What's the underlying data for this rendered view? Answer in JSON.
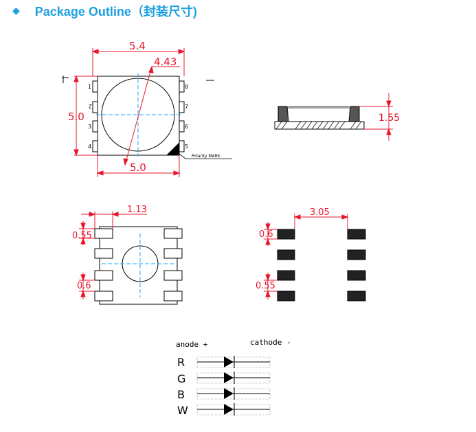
{
  "header": {
    "bullet_icon": "diamond-icon",
    "title": "Package Outline（封装尺寸)",
    "color": "#1da0e0"
  },
  "colors": {
    "dimension": "#e8142a",
    "centerline": "#18a8ff",
    "outline": "#000000"
  },
  "top_view": {
    "width_label": "5.4",
    "diameter_label": "4.43",
    "height_label": "5.0",
    "bottom_width_label": "5.0",
    "pin_labels_left": [
      "1",
      "2",
      "3",
      "4"
    ],
    "pin_labels_right": [
      "8",
      "7",
      "6",
      "5"
    ],
    "polarity_mark": "Polarity MARK"
  },
  "side_view": {
    "height_label": "1.55"
  },
  "bottom_view": {
    "pad_width_label": "1.13",
    "pad_height_label": "0.55",
    "pad_gap_label": "0.6"
  },
  "footprint": {
    "pad_spacing_label": "3.05",
    "pad_gap_label": "0.6",
    "pad_height_label": "0.55"
  },
  "circuit": {
    "anode_label": "anode +",
    "cathode_label": "cathode -",
    "channels": [
      "R",
      "G",
      "B",
      "W"
    ]
  }
}
